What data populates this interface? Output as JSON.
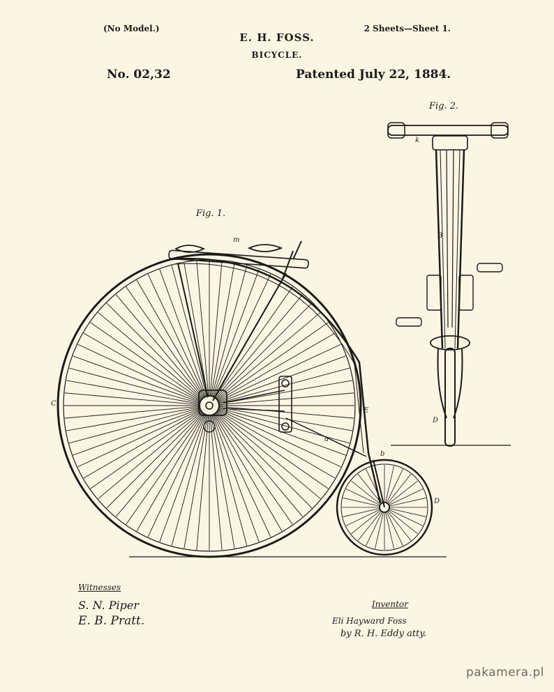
{
  "header": {
    "no_model": "(No Model.)",
    "inventor_name": "E. H. FOSS.",
    "sheets": "2 Sheets—Sheet 1.",
    "title": "BICYCLE.",
    "patent_no": "No. 02,32",
    "patent_date": "Patented July 22, 1884."
  },
  "figures": {
    "fig1_label": "Fig. 1.",
    "fig2_label": "Fig. 2."
  },
  "labels": {
    "C": "C",
    "E": "E",
    "D": "D",
    "a": "a",
    "b": "b",
    "m": "m",
    "B": "B",
    "k": "k"
  },
  "signatures": {
    "witnesses_label": "Witnesses",
    "witness_1": "S. N. Piper",
    "witness_2": "E. B. Pratt.",
    "inventor_label": "Inventor",
    "inventor_signature": "Eli Hayward Foss",
    "attorney_line": "by  R. H. Eddy  atty."
  },
  "watermark": "pakamera.pl"
}
